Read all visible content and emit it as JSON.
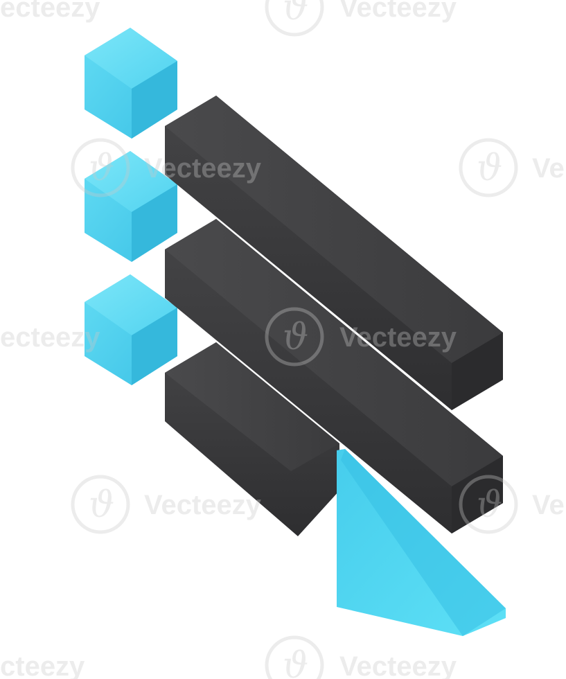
{
  "illustration": {
    "subject": "isometric 3D list icon",
    "bullet_icon": "cube-bullet-icon",
    "bar_icon": "list-bar-icon",
    "pointer_icon": "cursor-arrow-icon",
    "bullet_count": 3,
    "bar_count": 3,
    "colors": {
      "accent_cyan": "#4fd6f2",
      "accent_cyan_dark": "#2fb5d8",
      "bar_dark": "#3a3a3c",
      "bar_darker": "#2a2a2b",
      "background": "#ffffff"
    }
  },
  "watermark": {
    "text": "Vecteezy",
    "partial_left": "ecteezy",
    "partial_edge": "Ve",
    "partial_bottom_left": "cteezy"
  }
}
